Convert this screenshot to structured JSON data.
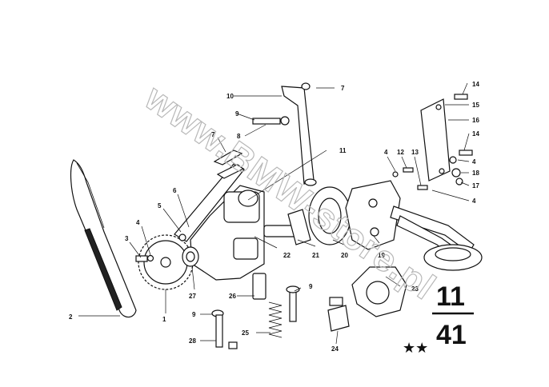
{
  "watermark": "www.BMW-store.pl",
  "group_number_top": "11",
  "group_number_bottom": "41",
  "rating_stars": "★★",
  "callouts": {
    "c1": "1",
    "c2": "2",
    "c3": "3",
    "c4a": "4",
    "c4b": "4",
    "c4c": "4",
    "c5": "5",
    "c6": "6",
    "c7a": "7",
    "c7b": "7",
    "c8": "8",
    "c9a": "9",
    "c9b": "9",
    "c9c": "9",
    "c10": "10",
    "c11": "11",
    "c12": "12",
    "c13": "13",
    "c14a": "14",
    "c14b": "14",
    "c15": "15",
    "c16": "16",
    "c17": "17",
    "c18": "18",
    "c19": "19",
    "c20": "20",
    "c21": "21",
    "c22": "22",
    "c23": "23",
    "c24": "24",
    "c25": "25",
    "c26": "26",
    "c27": "27",
    "c28": "28"
  }
}
